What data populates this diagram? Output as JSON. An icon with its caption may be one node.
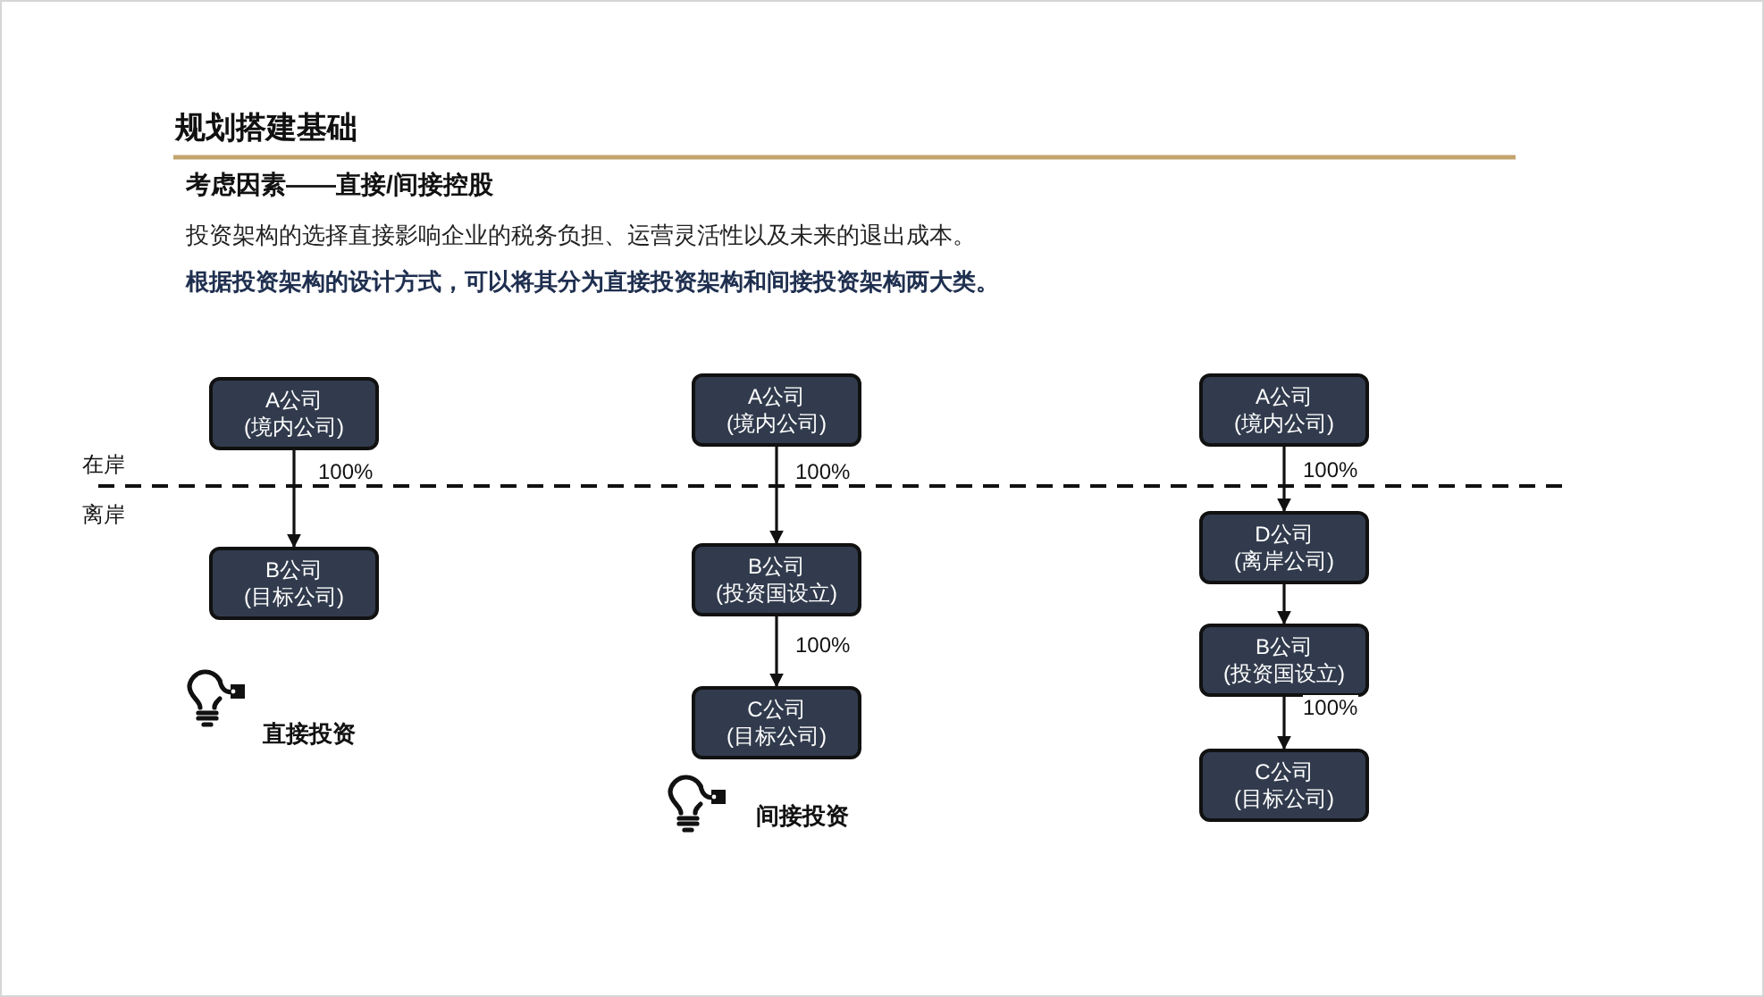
{
  "diagram": {
    "title": "规划搭建基础",
    "nodes": [
      {
        "text": [
          "A公司",
          "(境内公司)"
        ]
      },
      {
        "text": [
          "B公司",
          "(目标公司)"
        ]
      },
      {
        "text": [
          "A公司",
          "(境内公司)"
        ]
      },
      {
        "text": [
          "B公司",
          "(投资国设立)"
        ]
      },
      {
        "text": [
          "C公司",
          "(目标公司)"
        ]
      },
      {
        "text": [
          "A公司",
          "(境内公司)"
        ]
      },
      {
        "text": [
          "D公司",
          "(离岸公司)"
        ]
      },
      {
        "text": [
          "B公司",
          "(投资国设立)"
        ]
      },
      {
        "text": [
          "C公司",
          "(目标公司)"
        ]
      }
    ],
    "edges": [
      {
        "from": 0,
        "to": 1,
        "arrow": "to",
        "label": "100%"
      },
      {
        "from": 2,
        "to": 3,
        "arrow": "to",
        "label": "100%"
      },
      {
        "from": 3,
        "to": 4,
        "arrow": "to",
        "label": "100%"
      },
      {
        "from": 5,
        "to": 6,
        "arrow": "to",
        "label": "100%"
      },
      {
        "from": 6,
        "to": 7,
        "arrow": "to"
      },
      {
        "from": 7,
        "to": 8,
        "arrow": "to",
        "label": "100%"
      }
    ],
    "labels": [
      "考虑因素——直接/间接控股",
      "投资架构的选择直接影响企业的税务负担、运营灵活性以及未来的退出成本。",
      "根据投资架构的设计方式，可以将其分为直接投资架构和间接投资架构两大类。",
      "在岸",
      "离岸",
      "直接投资",
      "间接投资"
    ]
  }
}
